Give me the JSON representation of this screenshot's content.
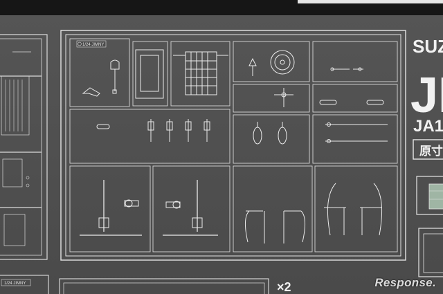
{
  "photo": {
    "sprue_tag_main": "1/24 JIMNY",
    "sprue_tag_lower": "1/24 JIMNY",
    "multiplier": "×2",
    "brand_word_partial": "SUZ",
    "brand_word_large_partial": "JI",
    "model_code_partial": "JA1",
    "scale_caption_partial": "原寸",
    "watermark": "Response."
  }
}
